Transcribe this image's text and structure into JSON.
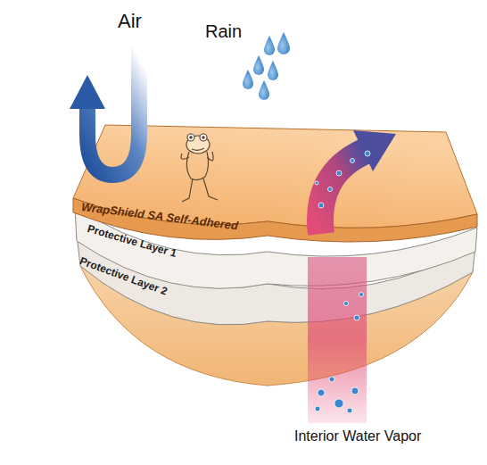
{
  "diagram": {
    "nodes": [
      {
        "text": [
          "WrapShield SA Self-Adhered"
        ]
      },
      {
        "text": [
          "Protective Layer 1"
        ]
      },
      {
        "text": [
          "Protective Layer 2"
        ]
      }
    ],
    "labels": [
      "Air",
      "Rain",
      "Interior Water Vapor"
    ]
  }
}
